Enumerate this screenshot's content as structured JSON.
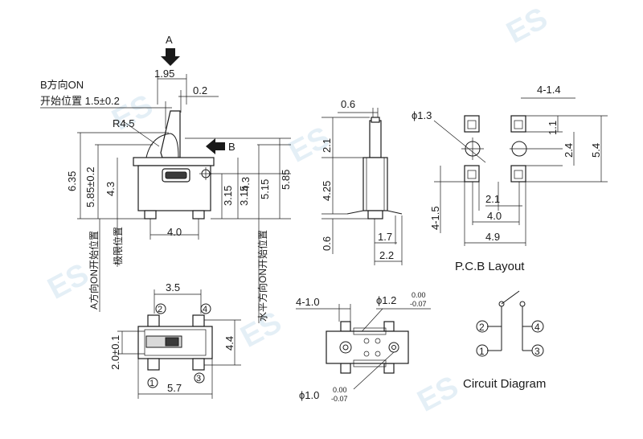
{
  "watermark": {
    "brand": "ES"
  },
  "side_view": {
    "arrow_a": "A",
    "arrow_b": "B",
    "b_on_label": "B方向ON",
    "b_on_pos": "开始位置 1.5±0.2",
    "dim_195": "1.95",
    "dim_02": "0.2",
    "radius": "R4.5",
    "dim_635": "6.35",
    "dim_585tol": "5.85±0.2",
    "dim_43a": "4.3",
    "dim_315": "3.15",
    "dim_315b": "3.15",
    "dim_43b": "4.3",
    "dim_515": "5.15",
    "dim_585": "5.85",
    "dim_40": "4.0",
    "vlabel_a_on": "A方向ON开始位置",
    "vlabel_limit": "极限位置",
    "vlabel_horiz_on": "水平方向ON开始位置"
  },
  "front_view": {
    "dim_06a": "0.6",
    "dim_21": "2.1",
    "dim_425": "4.25",
    "dim_06b": "0.6",
    "dim_17": "1.7",
    "dim_22": "2.2"
  },
  "pcb": {
    "hole": "ϕ1.3",
    "dim_4_14": "4-1.4",
    "dim_11": "1.1",
    "dim_24": "2.4",
    "dim_54": "5.4",
    "dim_4_15": "4-1.5",
    "dim_21": "2.1",
    "dim_40": "4.0",
    "dim_49": "4.9",
    "title": "P.C.B Layout"
  },
  "bottom_view": {
    "dim_35": "3.5",
    "dim_20tol": "2.0±0.1",
    "dim_44": "4.4",
    "dim_57": "5.7",
    "pin1": "1",
    "pin2": "2",
    "pin3": "3",
    "pin4": "4"
  },
  "top_view": {
    "dim_4_10": "4-1.0",
    "hole_top": "ϕ1.2",
    "tol_top_up": "0.00",
    "tol_top_dn": "-0.07",
    "hole_bot": "ϕ1.0",
    "tol_bot_up": "0.00",
    "tol_bot_dn": "-0.07"
  },
  "circuit": {
    "title": "Circuit Diagram",
    "pin1": "1",
    "pin2": "2",
    "pin3": "3",
    "pin4": "4"
  }
}
